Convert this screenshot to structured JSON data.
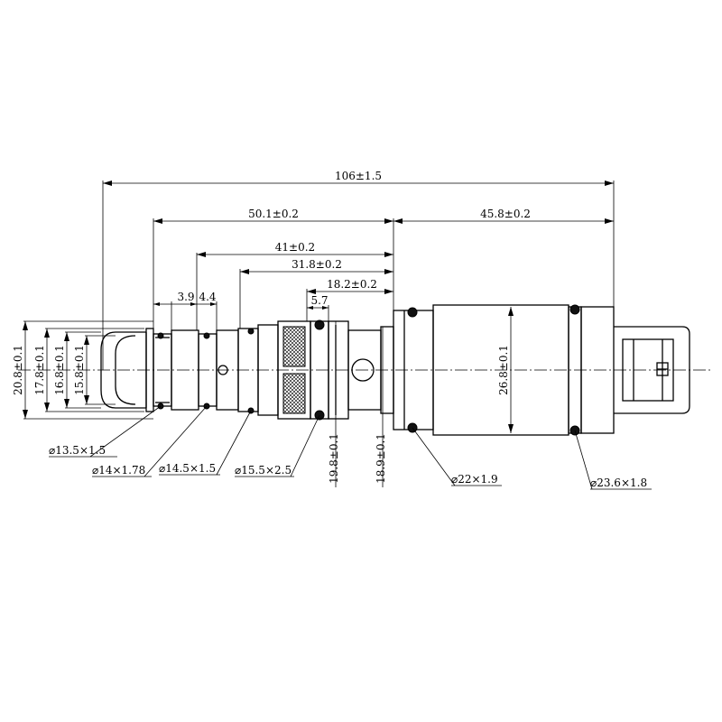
{
  "dimensions": {
    "overall_length": "106±1.5",
    "len_50_1": "50.1±0.2",
    "len_45_8": "45.8±0.2",
    "len_41": "41±0.2",
    "len_31_8": "31.8±0.2",
    "len_18_2": "18.2±0.2",
    "len_5_7": "5.7",
    "len_3_9": "3.9",
    "len_4_4": "4.4",
    "dia_20_8": "20.8±0.1",
    "dia_17_8": "17.8±0.1",
    "dia_16_8": "16.8±0.1",
    "dia_15_8": "15.8±0.1",
    "dia_19_8": "19.8±0.1",
    "dia_18_9": "18.9±0.1",
    "dia_26_8": "26.8±0.1"
  },
  "orings": {
    "o1": "⌀13.5×1.5",
    "o2": "⌀14×1.78",
    "o3": "⌀14.5×1.5",
    "o4": "⌀15.5×2.5",
    "o5": "⌀22×1.9",
    "o6": "⌀23.6×1.8"
  }
}
